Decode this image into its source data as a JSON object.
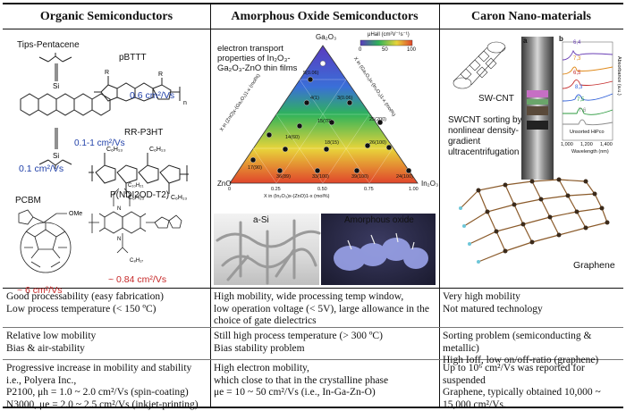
{
  "headers": {
    "organic": "Organic Semiconductors",
    "oxide": "Amorphous Oxide Semiconductors",
    "carbon": "Caron Nano-materials"
  },
  "organic_figure": {
    "tips_name": "Tips-Pentacene",
    "tips_mobility": "0.1-1 cm²/Vs",
    "pbttt_name": "pBTTT",
    "pbttt_mobility": "0.6 cm²/Vs",
    "p3ht_name": "RR-P3HT",
    "p3ht_mobility": "0.1 cm²/Vs",
    "pcbm_name": "PCBM",
    "pcbm_mobility": "~ 6 cm²/Vs",
    "pndi_name": "P(NDI2OD-T2)",
    "pndi_mobility": "~ 0.84 cm²/Vs",
    "colors": {
      "blue": "#1f3fa8",
      "red": "#c62828"
    }
  },
  "oxide_figure": {
    "caption": "electron transport properties of In₂O₃-Ga₂O₃-ZnO thin films",
    "apex_top": "Ga₂O₃",
    "apex_left": "ZnO",
    "apex_right": "In₂O₃",
    "colorbar_label": "μHall (cm²V⁻¹s⁻¹)",
    "colorbar_ticks": [
      "0",
      "50",
      "100"
    ],
    "left_axis_label": "X in (ZnO)x-(Ga₂O₃)1-x (mol%)",
    "right_axis_label": "X in (Ga₂O₃)x-(In₂O₃)1-x (mol%)",
    "bottom_axis_label": "X in (In₂O₃)x-(ZnO)1-x (mol%)",
    "bottom_ticks": [
      "0",
      "0.25",
      "0.50",
      "0.75",
      "1.00"
    ],
    "point_labels": [
      "5(0.06)",
      "4(1)",
      "3(0.06)",
      "15(70)",
      "25(200)",
      "14(60)",
      "18(15)",
      "26(100)",
      "17(90)",
      "36(89)",
      "33(100)",
      "39(100)",
      "24(100)"
    ],
    "asi_label": "a-Si",
    "amorphous_label": "Amorphous oxide"
  },
  "carbon_figure": {
    "swcnt_label": "SW-CNT",
    "sorting_caption": "SWCNT sorting by nonlinear density-gradient ultracentrifugation",
    "panel_a": "a",
    "panel_b": "b",
    "spectra_labels": [
      "6,4",
      "7,3",
      "6,5",
      "8,3",
      "7,5",
      "7,6"
    ],
    "unsorted_label": "Unsorted HiPco",
    "spectra_xlabel": "Wavelength (nm)",
    "spectra_xticks": [
      "1,000",
      "1,200",
      "1,400"
    ],
    "spectra_ylabel": "Absorbance (a.u.)",
    "graphene_label": "Graphene",
    "line_colors": [
      "#6a3fb5",
      "#e08a1c",
      "#c42b2b",
      "#2a5bd7",
      "#2b9a3e",
      "#8a8a8a"
    ]
  },
  "rows": {
    "advantages": {
      "organic": [
        "Good processability (easy fabrication)",
        "Low process temperature (< 150 ºC)"
      ],
      "oxide": [
        "High mobility, wide processing temp window,",
        "low operation voltage (< 5V), large allowance in the",
        "choice of gate dielectrics"
      ],
      "carbon": [
        "Very high mobility",
        "Not matured technology"
      ]
    },
    "drawbacks": {
      "organic": [
        "Relative low mobility",
        "Bias & air-stability"
      ],
      "oxide": [
        "Still high process temperature (> 300 ºC)",
        "Bias stability problem"
      ],
      "carbon": [
        "Sorting problem (semiconducting & metallic)",
        "High Ioff, low on/off-ratio (graphene)"
      ]
    },
    "progress": {
      "organic": [
        "Progressive increase in mobility and stability",
        "i.e., Polyera Inc.,",
        "P2100, μh = 1.0 ~ 2.0 cm²/Vs (spin-coating)",
        "N3000, μe = 2.0 ~ 2.5 cm²/Vs (inkjet-printing)"
      ],
      "oxide": [
        "High electron mobility,",
        "which close to that in the crystalline phase",
        "μe = 10 ~ 50 cm²/Vs (i.e., In-Ga-Zn-O)"
      ],
      "carbon": [
        "Up to 10⁶ cm²/Vs was reported for suspended",
        "Graphene, typically obtained 10,000 ~",
        "15,000 cm²/Vs."
      ]
    }
  }
}
